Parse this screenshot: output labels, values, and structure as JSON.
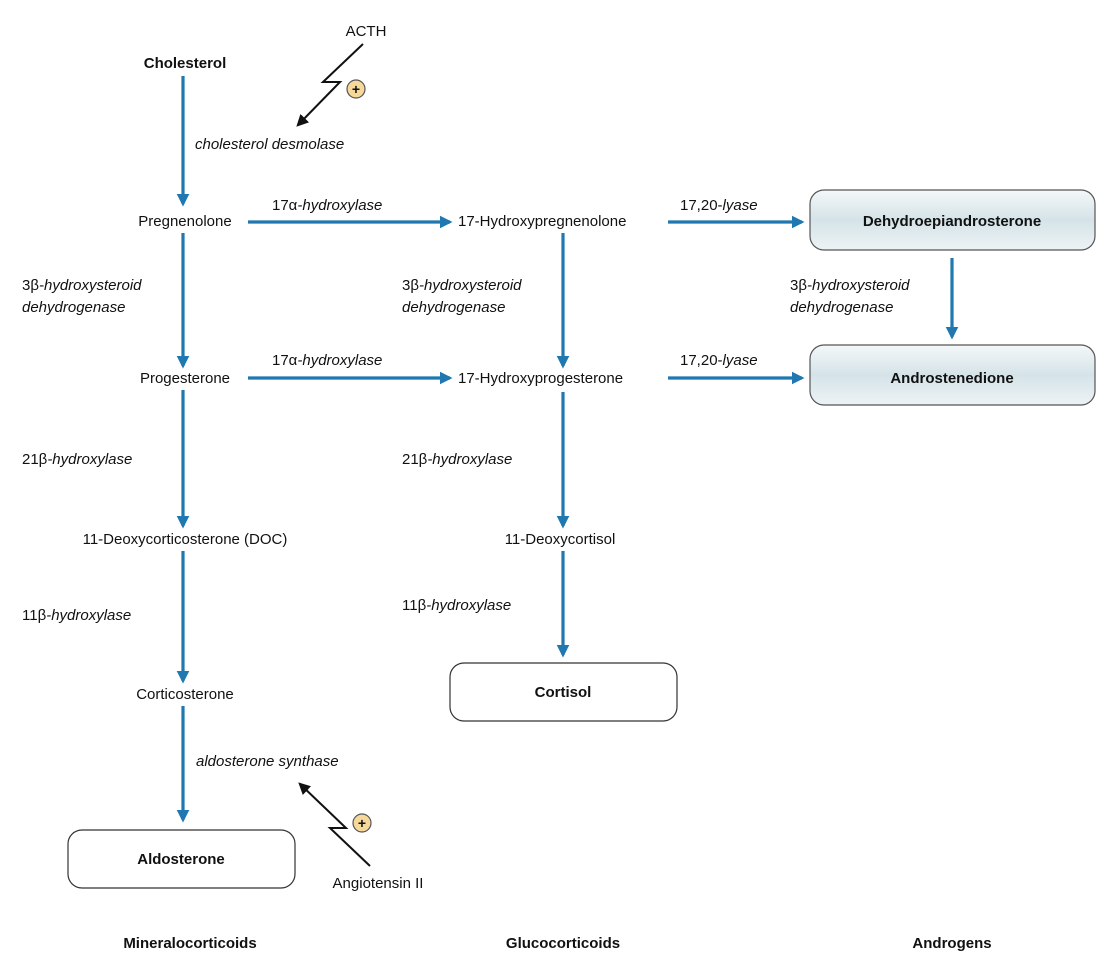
{
  "colors": {
    "arrow": "#1f78b0",
    "box_fill_androgen": "#dbe6ea",
    "plus_circle": "#f6d99a"
  },
  "regulators": {
    "acth": "ACTH",
    "angiotensin": "Angiotensin II",
    "plus": "+"
  },
  "compounds": {
    "cholesterol": "Cholesterol",
    "pregnenolone": "Pregnenolone",
    "hydroxypregnenolone": "17-Hydroxypregnenolone",
    "dhea": "Dehydroepiandrosterone",
    "progesterone": "Progesterone",
    "hydroxyprogesterone": "17-Hydroxyprogesterone",
    "androstenedione": "Androstenedione",
    "doc": "11-Deoxycorticosterone (DOC)",
    "deoxycortisol": "11-Deoxycortisol",
    "corticosterone": "Corticosterone",
    "cortisol": "Cortisol",
    "aldosterone": "Aldosterone"
  },
  "enzymes": {
    "desmolase": "cholesterol desmolase",
    "hydroxylase17_prefix": "17α",
    "hydroxylase17_suffix": "-hydroxylase",
    "lyase_prefix": "17,20-",
    "lyase_suffix": "lyase",
    "hsd_prefix": "3β",
    "hsd_suffix": "-hydroxysteroid",
    "hsd_line2": "dehydrogenase",
    "hydroxylase21_prefix": "21β",
    "hydroxylase21_suffix": "-hydroxylase",
    "hydroxylase11_prefix": "11β",
    "hydroxylase11_suffix": "-hydroxylase",
    "aldosterone_synthase": "aldosterone synthase"
  },
  "categories": {
    "mineralo": "Mineralocorticoids",
    "gluco": "Glucocorticoids",
    "andro": "Androgens"
  }
}
